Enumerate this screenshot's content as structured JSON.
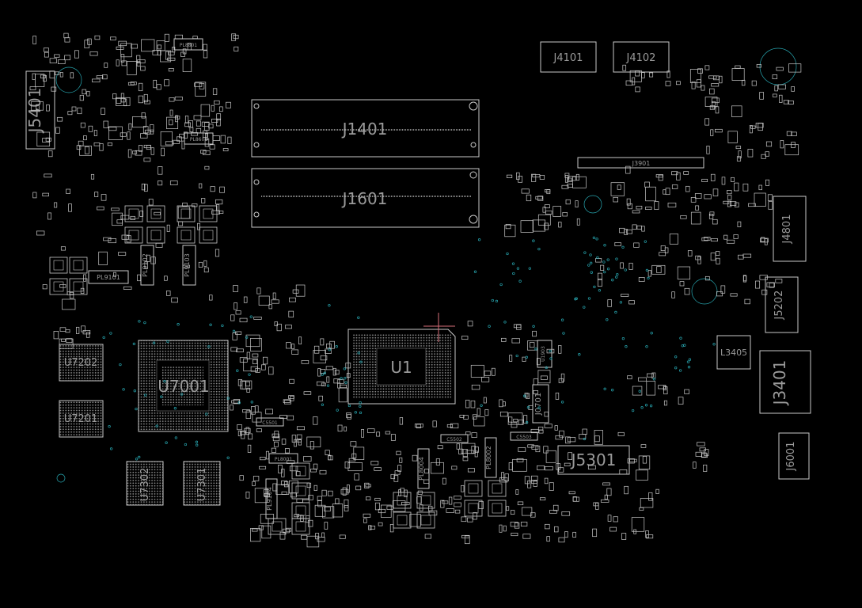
{
  "components": {
    "J1401": "J1401",
    "J1601": "J1601",
    "U1": "U1",
    "U7001": "U7001",
    "U7202": "U7202",
    "U7201": "U7201",
    "U7302": "U7302",
    "U7301": "U7301",
    "J4101": "J4101",
    "J4102": "J4102",
    "J3901": "J3901",
    "J4801": "J4801",
    "J5202": "J5202",
    "J3401": "J3401",
    "J6001": "J6001",
    "J5301": "J5301",
    "J5401": "J5401",
    "L3405": "L3405",
    "L0701": "J0701",
    "PL9101": "PL9101",
    "PL9102": "PL9102",
    "PL9103": "PL9103",
    "PL9104": "PL9104",
    "PL8004": "PL8004",
    "PL8002": "PL8002",
    "PL8001": "PL8001",
    "PL8601": "PL8601",
    "PL8801": "PL8801",
    "U1903": "U1903",
    "C5501": "C5501",
    "C5502": "C5502",
    "C5503": "C5503"
  },
  "colors": {
    "background": "#000000",
    "outline": "#c9c9c9",
    "label": "#9a9a9a",
    "via": "#27a6b0",
    "marker": "#d9707a"
  }
}
